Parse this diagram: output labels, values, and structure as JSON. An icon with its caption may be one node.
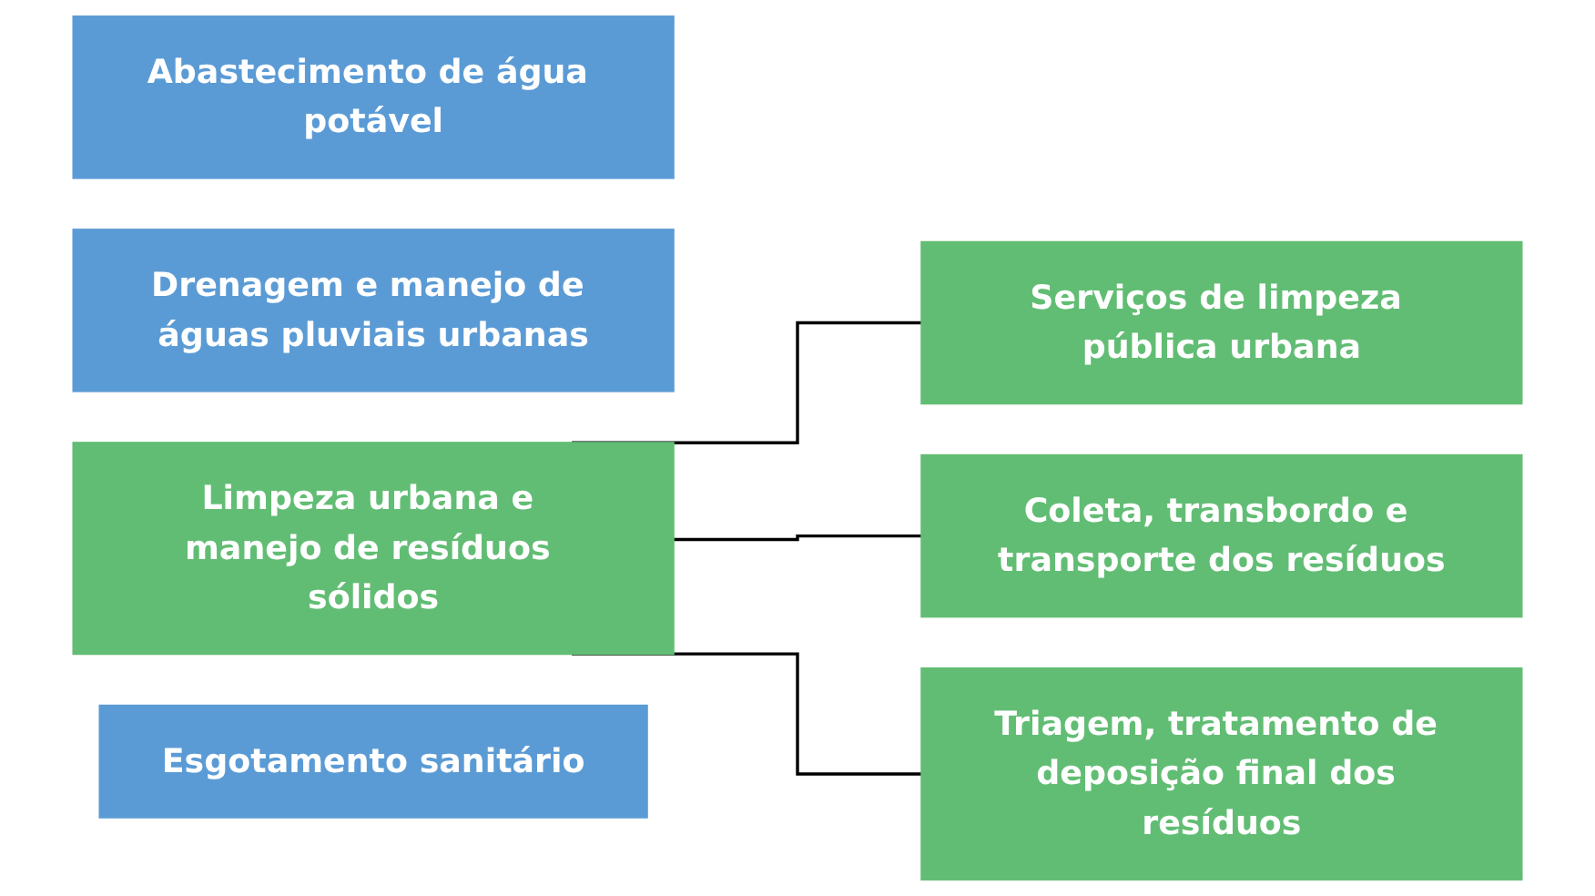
{
  "diagram": {
    "nodes": [
      {
        "text": [
          "Abastecimento de água potável"
        ]
      },
      {
        "text": [
          "Drenagem e manejo de águas pluviais urbanas"
        ]
      },
      {
        "text": [
          "Limpeza urbana e manejo de resíduos sólidos"
        ]
      },
      {
        "text": [
          "Esgotamento sanitário"
        ]
      },
      {
        "text": [
          "Serviços de limpeza pública urbana"
        ]
      },
      {
        "text": [
          "Coleta, transbordo e transporte dos resíduos"
        ]
      },
      {
        "text": [
          "Triagem, tratamento de deposição final dos resíduos"
        ]
      }
    ],
    "edges": [
      {
        "from": 2,
        "to": 4,
        "arrow": "none"
      },
      {
        "from": 2,
        "to": 5,
        "arrow": "none"
      },
      {
        "from": 2,
        "to": 6,
        "arrow": "none"
      }
    ]
  }
}
